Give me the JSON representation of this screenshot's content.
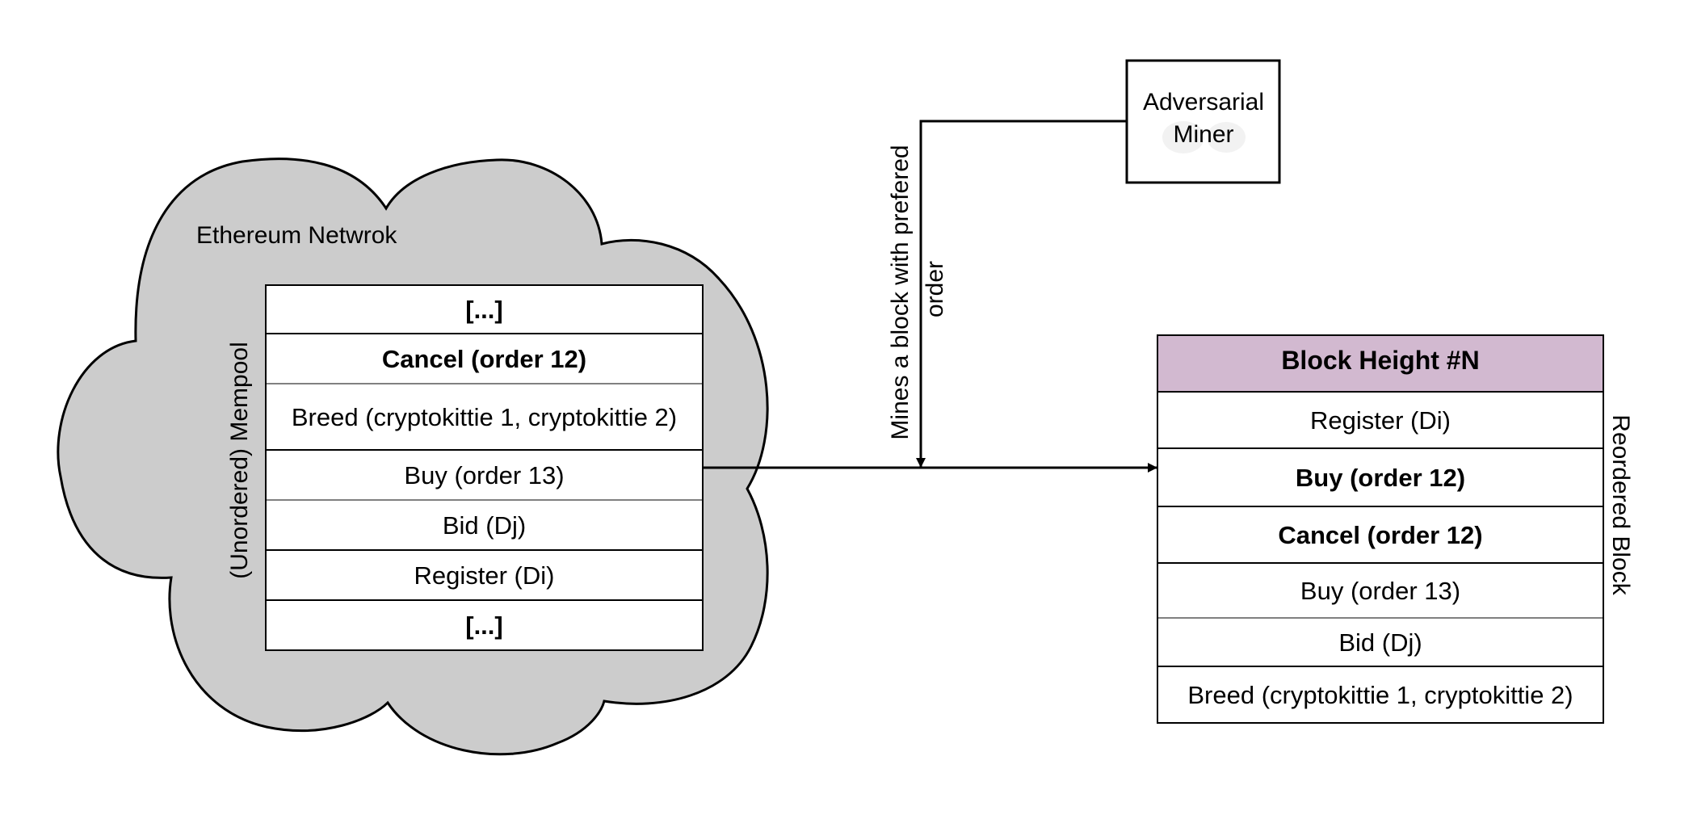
{
  "network": {
    "label": "Ethereum Netwrok"
  },
  "mempool": {
    "label": "(Unordered) Mempool",
    "rows": [
      {
        "text": "[...]",
        "bold": true
      },
      {
        "text": "Cancel (order 12)",
        "bold": true
      },
      {
        "text": "Breed (cryptokittie 1, cryptokittie 2)",
        "bold": false
      },
      {
        "text": "Buy (order 13)",
        "bold": false
      },
      {
        "text": "Bid (Dj)",
        "bold": false
      },
      {
        "text": "Register (Di)",
        "bold": false
      },
      {
        "text": "[...]",
        "bold": true
      }
    ]
  },
  "miner": {
    "line1": "Adversarial",
    "line2": "Miner"
  },
  "arrow_label": {
    "line1": "Mines a block with prefered",
    "line2": "order"
  },
  "block": {
    "header": "Block Height #N",
    "header_color": "#d2b9d0",
    "side_label": "Reordered Block",
    "rows": [
      {
        "text": "Register (Di)",
        "bold": false
      },
      {
        "text": "Buy (order 12)",
        "bold": true
      },
      {
        "text": "Cancel (order 12)",
        "bold": true
      },
      {
        "text": "Buy (order 13)",
        "bold": false
      },
      {
        "text": "Bid (Dj)",
        "bold": false
      },
      {
        "text": "Breed (cryptokittie 1, cryptokittie 2)",
        "bold": false
      }
    ]
  },
  "colors": {
    "cloud_fill": "#cccccc",
    "stroke": "#000000"
  }
}
